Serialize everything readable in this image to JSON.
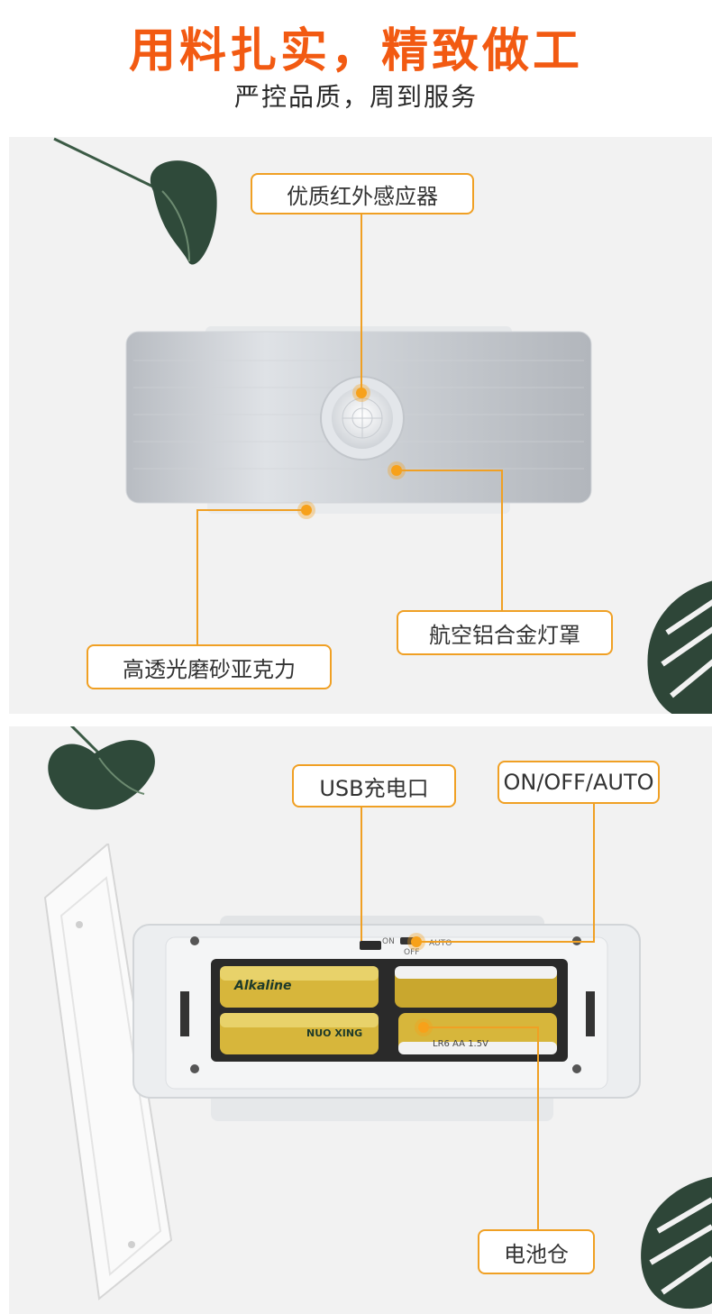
{
  "header": {
    "title": "用料扎实，精致做工",
    "subtitle": "严控品质，周到服务"
  },
  "callouts": {
    "sensor": "优质红外感应器",
    "aluminum_shade": "航空铝合金灯罩",
    "acrylic": "高透光磨砂亚克力",
    "usb": "USB充电口",
    "switch": "ON/OFF/AUTO",
    "battery": "电池仓"
  },
  "device": {
    "switch_label_on": "ON",
    "switch_label_off": "OFF",
    "switch_label_auto": "AUTO",
    "battery_brand": "Alkaline",
    "battery_maker": "NUO XING",
    "battery_model": "LR6 AA 1.5V"
  },
  "colors": {
    "title": "#f25a12",
    "accent": "#f0a024",
    "leaf": "#2f4a3a"
  }
}
